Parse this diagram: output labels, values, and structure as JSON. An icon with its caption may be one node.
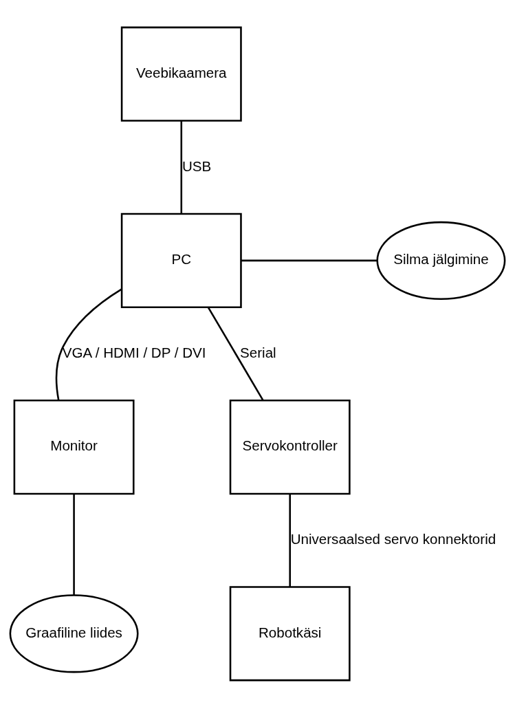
{
  "diagram": {
    "nodes": [
      {
        "text": [
          "Veebikaamera"
        ]
      },
      {
        "text": [
          "PC"
        ]
      },
      {
        "text": [
          "Silma jälgimine"
        ]
      },
      {
        "text": [
          "Monitor"
        ]
      },
      {
        "text": [
          "Servokontroller"
        ]
      },
      {
        "text": [
          "Graafiline liides"
        ]
      },
      {
        "text": [
          "Robotkäsi"
        ]
      }
    ],
    "edges": [
      {
        "from": 0,
        "to": 1,
        "arrow": "none",
        "label": "USB"
      },
      {
        "from": 1,
        "to": 2,
        "arrow": "none"
      },
      {
        "from": 1,
        "to": 3,
        "arrow": "none",
        "label": "VGA / HDMI / DP / DVI"
      },
      {
        "from": 1,
        "to": 4,
        "arrow": "none",
        "label": "Serial"
      },
      {
        "from": 3,
        "to": 5,
        "arrow": "none"
      },
      {
        "from": 4,
        "to": 6,
        "arrow": "none",
        "label": "Universaalsed servo konnektorid"
      }
    ]
  }
}
